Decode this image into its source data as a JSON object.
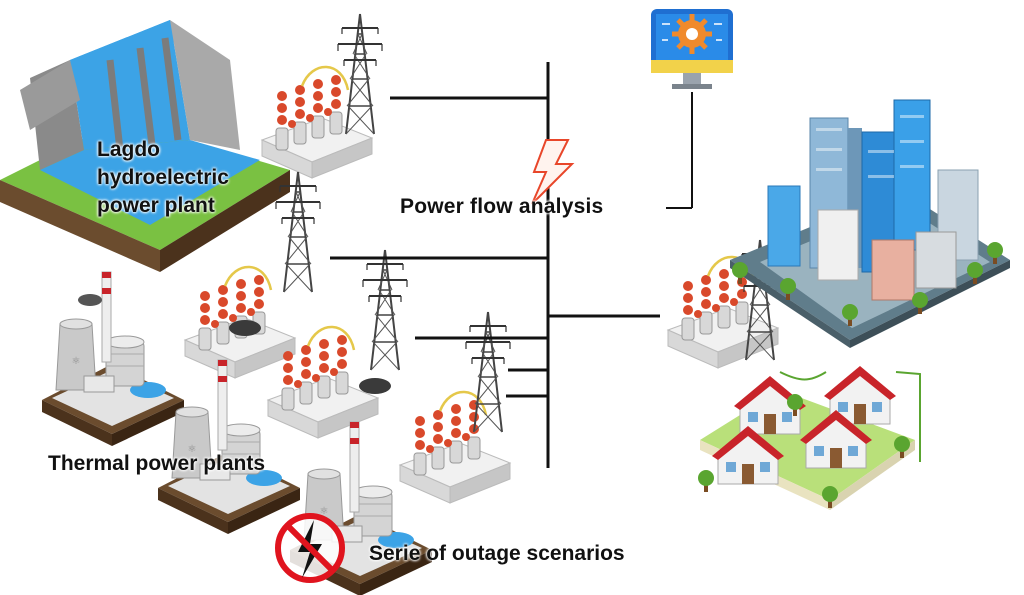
{
  "labels": {
    "hydro_line1": "Lagdo",
    "hydro_line2": "hydroelectric",
    "hydro_line3": "power plant",
    "thermal": "Thermal power plants",
    "power_flow": "Power flow analysis",
    "outage": "Serie of outage scenarios"
  },
  "icons": {
    "analysis_monitor": "monitor-gear-icon",
    "lightning": "lightning-bolt-icon",
    "outage_sign": "prohibited-lightning-icon"
  },
  "colors": {
    "lightning": "#e8462a",
    "prohibit": "#e0141e",
    "busbar": "#111111",
    "roof": "#c8242a",
    "water": "#3ca3e6",
    "grass": "#7ac142"
  }
}
